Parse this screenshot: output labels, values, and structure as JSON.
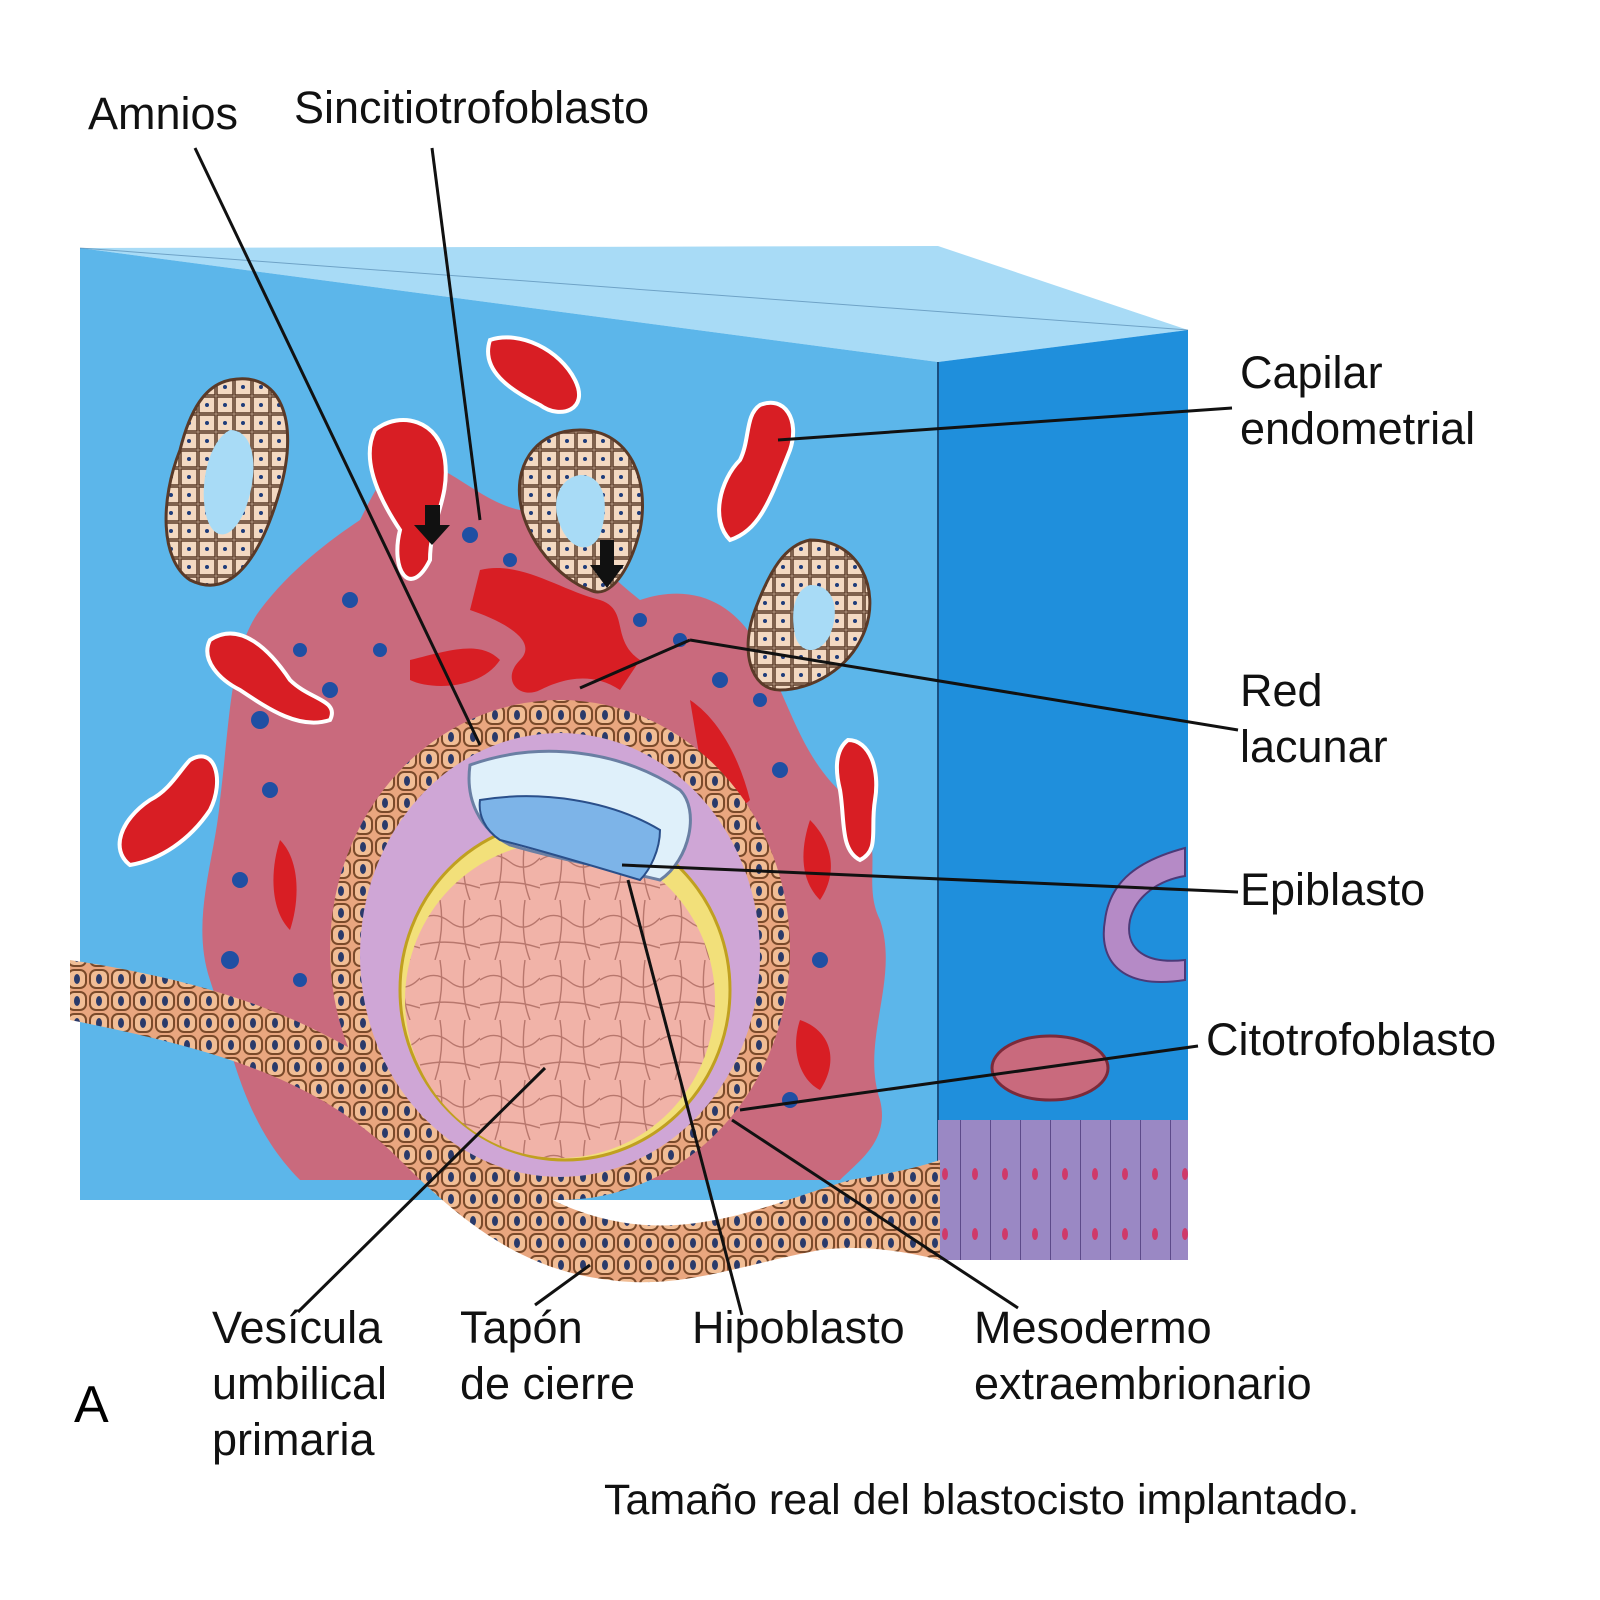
{
  "panel_letter": "A",
  "labels": {
    "amnios": "Amnios",
    "sincitiotrofoblasto": "Sincitiotrofoblasto",
    "capilar": [
      "Capilar",
      "endometrial"
    ],
    "red_lacunar": [
      "Red",
      "lacunar"
    ],
    "epiblasto": "Epiblasto",
    "citotrofoblasto": "Citotrofoblasto",
    "vesicula": [
      "Vesícula",
      "umbilical",
      "primaria"
    ],
    "tapon": [
      "Tapón",
      "de cierre"
    ],
    "hipoblasto": "Hipoblasto",
    "mesodermo": [
      "Mesodermo",
      "extraembrionario"
    ]
  },
  "caption": "Tamaño real del blastocisto implantado.",
  "colors": {
    "endometrium_front": "#5cb6ea",
    "endometrium_top": "#a8dbf6",
    "endometrium_side": "#1f8fdc",
    "syncytiotrophoblast": "#c96a7d",
    "blood": "#d81e24",
    "nuclei": "#1f4fa3",
    "mesoderm": "#cfa6d6",
    "yolk_sac": "#f1b3a8",
    "epithelium": "#e9a67f",
    "epiblast": "#7db4e8"
  }
}
